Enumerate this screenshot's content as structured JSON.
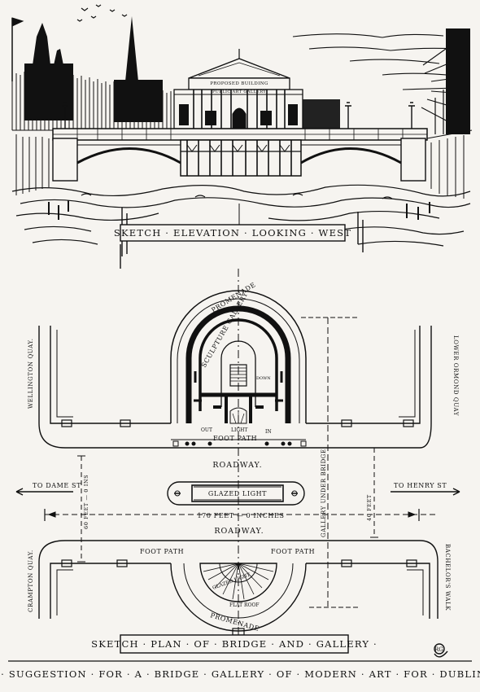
{
  "elevation": {
    "caption": "SKETCH · ELEVATION · LOOKING · WEST",
    "facade_text_1": "PROPOSED BUILDING",
    "facade_text_2": "PUBLIC ART GALLERY"
  },
  "plan": {
    "promenade_top": "PROMENADE",
    "sculpture_gallery": "SCULPTURE GALLERY",
    "down": "DOWN",
    "out": "OUT",
    "light": "LIGHT",
    "in": "IN",
    "foot_path_top": "FOOT PATH",
    "roadway_1": "ROADWAY.",
    "glazed_light": "GLAZED LIGHT",
    "to_dame_st": "TO DAME ST",
    "to_henry_st": "TO HENRY ST",
    "dimension_width": "170 FEET — 0 INCHES",
    "left_dim": "60 FEET — 0 INS",
    "right_dim": "40 FEET",
    "gallery_under_bridge": "GALLERY UNDER BRIDGE",
    "roadway_2": "ROADWAY.",
    "foot_path_left": "FOOT PATH",
    "foot_path_right": "FOOT PATH",
    "glazed_light_flat_roof": "GLAZED LIGHT",
    "flat_roof": "FLAT ROOF",
    "promenade_bottom": "PROMENADE",
    "wellington_quay": "WELLINGTON QUAY.",
    "lower_ormond_quay": "LOWER ORMOND QUAY",
    "crampton_quay": "CRAMPTON QUAY.",
    "bachelors_walk": "BACHELOR'S WALK",
    "caption": "SKETCH · PLAN · OF · BRIDGE · AND · GALLERY ·"
  },
  "monogram": "RG",
  "title": ": A · SUGGESTION · FOR · A · BRIDGE · GALLERY · OF · MODERN · ART · FOR · DUBLIN :"
}
